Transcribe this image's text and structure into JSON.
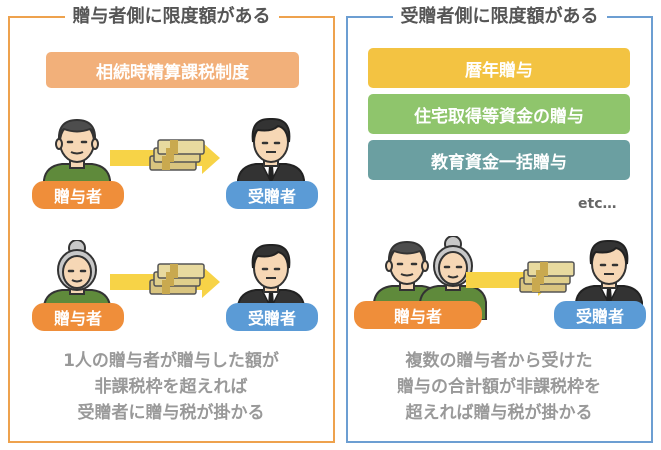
{
  "left_panel": {
    "title": "贈与者側に限度額がある",
    "system_label": "相続時精算課税制度",
    "giver_label": "贈与者",
    "receiver_label": "受贈者",
    "description_lines": [
      "1人の贈与者が贈与した額が",
      "非課税枠を超えれば",
      "受贈者に贈与税が掛かる"
    ]
  },
  "right_panel": {
    "title": "受贈者側に限度額がある",
    "items": [
      {
        "label": "暦年贈与",
        "color": "#f3c342"
      },
      {
        "label": "住宅取得等資金の贈与",
        "color": "#8fc56c"
      },
      {
        "label": "教育資金一括贈与",
        "color": "#6b9fa1"
      }
    ],
    "etc_label": "etc…",
    "giver_label": "贈与者",
    "receiver_label": "受贈者",
    "description_lines": [
      "複数の贈与者から受けた",
      "贈与の合計額が非課税枠を",
      "超えれば贈与税が掛かる"
    ]
  },
  "colors": {
    "left_border": "#eea24d",
    "right_border": "#6c9ed2",
    "system_pill": "#f2b07a",
    "giver_tag": "#ef8e3a",
    "receiver_tag": "#5b9bd6",
    "arrow": "#f7d347",
    "money": "#d9c47f"
  },
  "icons": [
    "old-man-icon",
    "old-woman-icon",
    "businessman-icon",
    "money-stack-icon",
    "right-arrow-icon"
  ]
}
